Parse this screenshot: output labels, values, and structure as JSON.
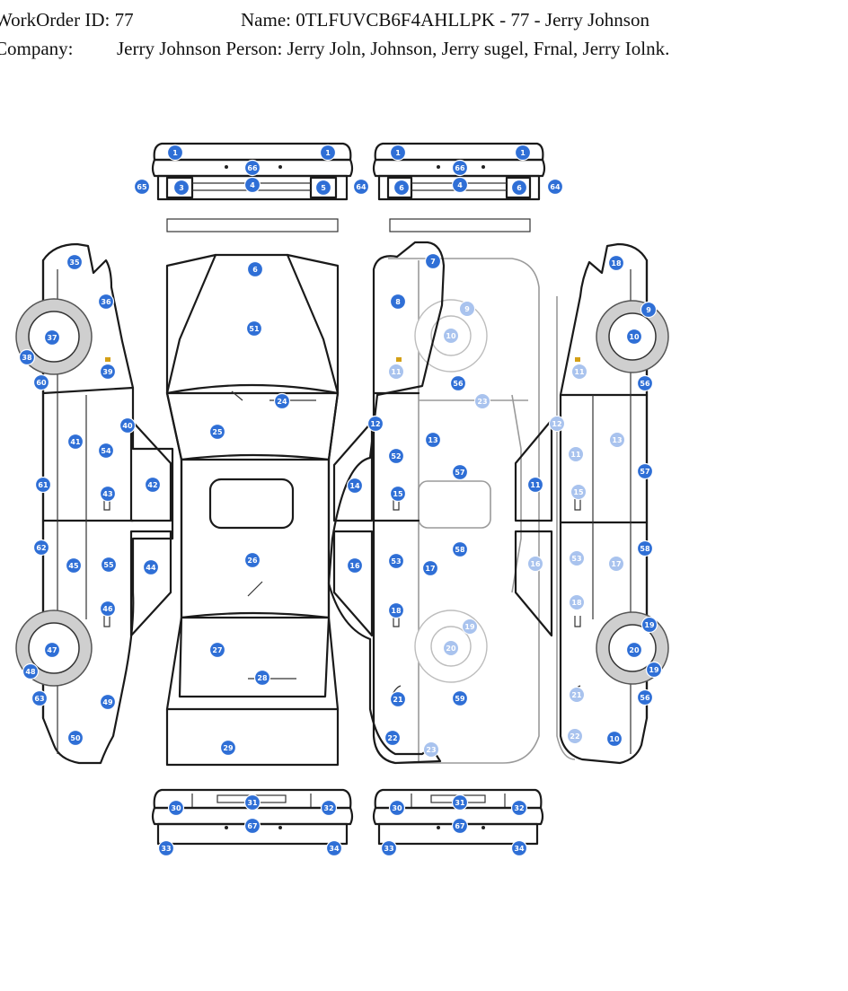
{
  "header": {
    "workorder_label": "WorkOrder ID:",
    "workorder_value": "77",
    "name_label": "Name:",
    "name_value": "0TLFUVCB6F4AHLLPK - 77 - Jerry Johnson",
    "company_label": "Company:",
    "company_value": "Jerry Johnson",
    "person_label": "Person:",
    "person_value": "Jerry Joln, Johnson, Jerry sugel, Frnal, Jerry Iolnk."
  },
  "diagram": {
    "colors": {
      "marker": "#2f6fd6",
      "marker_faded": "#a9c3ee",
      "tire": "#cfcfcf",
      "line": "#1a1a1a"
    },
    "markers": [
      {
        "n": "1",
        "f": false
      },
      {
        "n": "1",
        "f": false
      },
      {
        "n": "1",
        "f": false
      },
      {
        "n": "1",
        "f": false
      },
      {
        "n": "66",
        "f": false
      },
      {
        "n": "66",
        "f": false
      },
      {
        "n": "3",
        "f": false
      },
      {
        "n": "4",
        "f": false
      },
      {
        "n": "5",
        "f": false
      },
      {
        "n": "6",
        "f": false
      },
      {
        "n": "4",
        "f": false
      },
      {
        "n": "6",
        "f": false
      },
      {
        "n": "65",
        "f": false
      },
      {
        "n": "64",
        "f": false
      },
      {
        "n": "64",
        "f": false
      },
      {
        "n": "35",
        "f": false
      },
      {
        "n": "36",
        "f": false
      },
      {
        "n": "37",
        "f": false
      },
      {
        "n": "38",
        "f": false
      },
      {
        "n": "39",
        "f": false
      },
      {
        "n": "60",
        "f": false
      },
      {
        "n": "40",
        "f": false
      },
      {
        "n": "41",
        "f": false
      },
      {
        "n": "54",
        "f": false
      },
      {
        "n": "61",
        "f": false
      },
      {
        "n": "43",
        "f": false
      },
      {
        "n": "42",
        "f": false
      },
      {
        "n": "62",
        "f": false
      },
      {
        "n": "45",
        "f": false
      },
      {
        "n": "55",
        "f": false
      },
      {
        "n": "44",
        "f": false
      },
      {
        "n": "46",
        "f": false
      },
      {
        "n": "47",
        "f": false
      },
      {
        "n": "48",
        "f": false
      },
      {
        "n": "63",
        "f": false
      },
      {
        "n": "49",
        "f": false
      },
      {
        "n": "50",
        "f": false
      },
      {
        "n": "6",
        "f": false
      },
      {
        "n": "51",
        "f": false
      },
      {
        "n": "24",
        "f": false
      },
      {
        "n": "25",
        "f": false
      },
      {
        "n": "26",
        "f": false
      },
      {
        "n": "27",
        "f": false
      },
      {
        "n": "28",
        "f": false
      },
      {
        "n": "29",
        "f": false
      },
      {
        "n": "7",
        "f": false
      },
      {
        "n": "8",
        "f": false
      },
      {
        "n": "9",
        "f": true
      },
      {
        "n": "10",
        "f": true
      },
      {
        "n": "11",
        "f": true
      },
      {
        "n": "56",
        "f": false
      },
      {
        "n": "23",
        "f": true
      },
      {
        "n": "12",
        "f": false
      },
      {
        "n": "13",
        "f": false
      },
      {
        "n": "52",
        "f": false
      },
      {
        "n": "57",
        "f": false
      },
      {
        "n": "14",
        "f": false
      },
      {
        "n": "15",
        "f": false
      },
      {
        "n": "58",
        "f": false
      },
      {
        "n": "16",
        "f": false
      },
      {
        "n": "53",
        "f": false
      },
      {
        "n": "17",
        "f": false
      },
      {
        "n": "18",
        "f": false
      },
      {
        "n": "20",
        "f": true
      },
      {
        "n": "19",
        "f": true
      },
      {
        "n": "21",
        "f": false
      },
      {
        "n": "59",
        "f": false
      },
      {
        "n": "22",
        "f": false
      },
      {
        "n": "23",
        "f": true
      },
      {
        "n": "18",
        "f": false
      },
      {
        "n": "9",
        "f": false
      },
      {
        "n": "10",
        "f": false
      },
      {
        "n": "11",
        "f": true
      },
      {
        "n": "56",
        "f": false
      },
      {
        "n": "12",
        "f": true
      },
      {
        "n": "13",
        "f": true
      },
      {
        "n": "11",
        "f": true
      },
      {
        "n": "57",
        "f": false
      },
      {
        "n": "11",
        "f": false
      },
      {
        "n": "15",
        "f": true
      },
      {
        "n": "58",
        "f": false
      },
      {
        "n": "16",
        "f": true
      },
      {
        "n": "53",
        "f": true
      },
      {
        "n": "17",
        "f": true
      },
      {
        "n": "18",
        "f": true
      },
      {
        "n": "19",
        "f": false
      },
      {
        "n": "20",
        "f": false
      },
      {
        "n": "19",
        "f": false
      },
      {
        "n": "21",
        "f": true
      },
      {
        "n": "56",
        "f": false
      },
      {
        "n": "22",
        "f": true
      },
      {
        "n": "10",
        "f": false
      },
      {
        "n": "30",
        "f": false
      },
      {
        "n": "31",
        "f": false
      },
      {
        "n": "32",
        "f": false
      },
      {
        "n": "67",
        "f": false
      },
      {
        "n": "33",
        "f": false
      },
      {
        "n": "34",
        "f": false
      },
      {
        "n": "30",
        "f": false
      },
      {
        "n": "31",
        "f": false
      },
      {
        "n": "32",
        "f": false
      },
      {
        "n": "67",
        "f": false
      },
      {
        "n": "33",
        "f": false
      },
      {
        "n": "34",
        "f": false
      }
    ]
  }
}
